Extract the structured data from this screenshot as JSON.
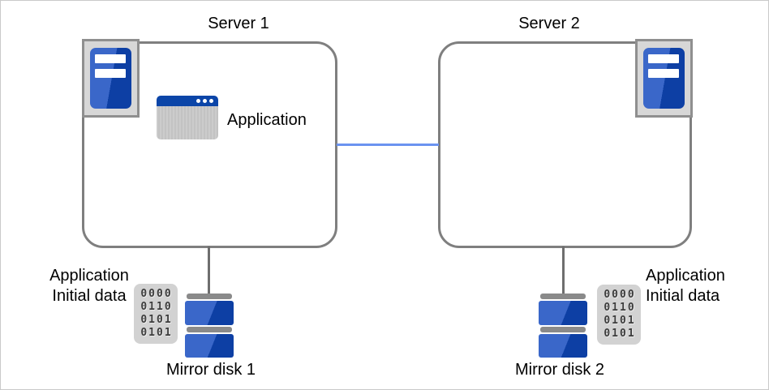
{
  "colors": {
    "frame-border": "#c9c9c9",
    "border-gray": "#7f7f7f",
    "connector-gray": "#6e6e6e",
    "link-blue": "#6b93f0",
    "blue-light": "#3a67c9",
    "blue-dark": "#0d3fa4",
    "titlebar-blue": "#0b45a8",
    "icon-bg-gray": "#d7d7d7",
    "icon-border-gray": "#8f8f8f",
    "disk-bar-gray": "#8a8a8a",
    "binary-bg": "#d2d2d2",
    "digit-color": "#3c3c3c",
    "text-color": "#000000"
  },
  "servers": [
    {
      "title": "Server 1"
    },
    {
      "title": "Server 2"
    }
  ],
  "application": {
    "label": "Application"
  },
  "disks": [
    {
      "label": "Mirror disk 1",
      "data_label": [
        "Application",
        "Initial data"
      ],
      "binary_rows": [
        "0000",
        "0110",
        "0101",
        "0101"
      ]
    },
    {
      "label": "Mirror disk 2",
      "data_label": [
        "Application",
        "Initial data"
      ],
      "binary_rows": [
        "0000",
        "0110",
        "0101",
        "0101"
      ]
    }
  ]
}
